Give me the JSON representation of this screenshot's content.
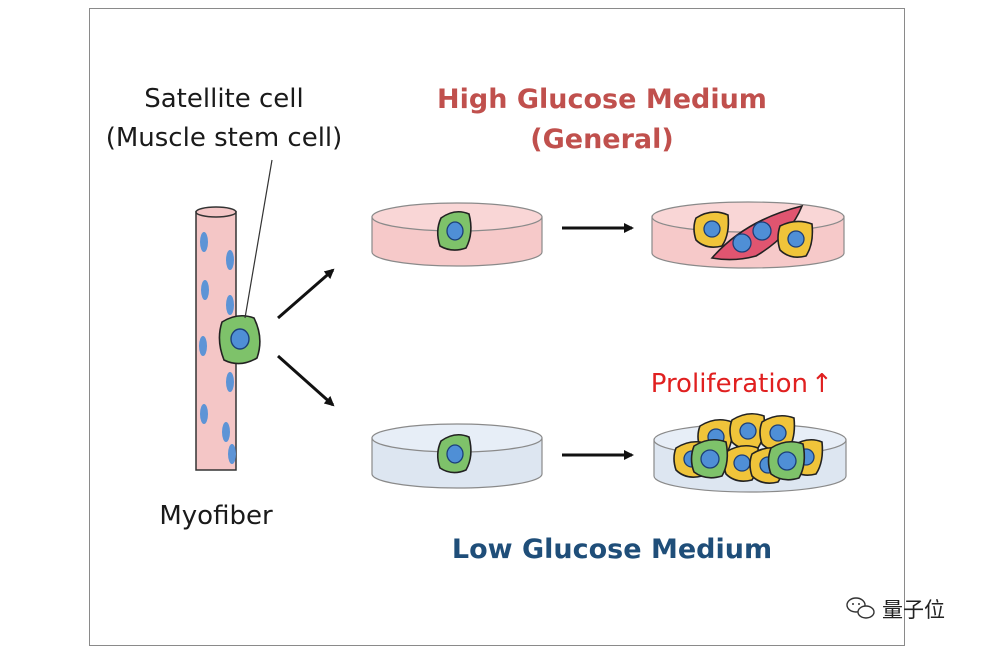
{
  "labels": {
    "satellite_line1": "Satellite cell",
    "satellite_line2": "(Muscle stem cell)",
    "myofiber": "Myofiber",
    "high_line1": "High Glucose Medium",
    "high_line2": "(General)",
    "proliferation": "Proliferation",
    "proliferation_arrow": "↑",
    "low": "Low Glucose Medium",
    "watermark": "量子位"
  },
  "colors": {
    "high_dish_fill": "#f6c9c9",
    "low_dish_fill": "#dde6f1",
    "stem_cell": "#7ec26a",
    "nucleus": "#4f8fd6",
    "differentiated_cell": "#f0c43a",
    "myotube": "#e05570",
    "high_label": "#c0504d",
    "low_label": "#1f4e79",
    "proliferation_label": "#e02020"
  },
  "icons": {
    "watermark_logo": "wechat-icon"
  }
}
